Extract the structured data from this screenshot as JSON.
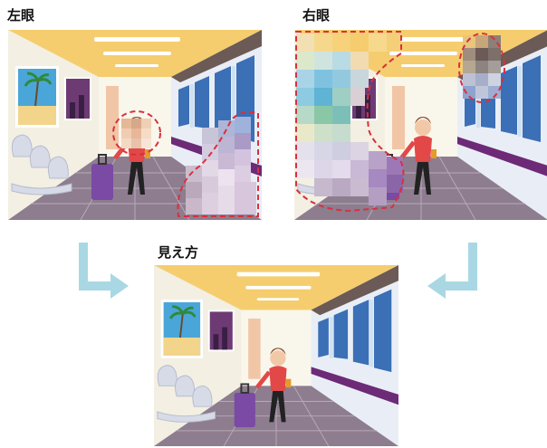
{
  "labels": {
    "left_eye": "左眼",
    "right_eye": "右眼",
    "result": "見え方"
  },
  "colors": {
    "accent_dash": "#d9303e",
    "arrow": "#a9d8e4",
    "ceiling": "#f5cd6e",
    "floor": "#8d7d8f",
    "train_stripe": "#6d2a77"
  },
  "icons": {
    "arrow_left_panel": "arrow-down-right-icon",
    "arrow_right_panel": "arrow-down-left-icon"
  }
}
